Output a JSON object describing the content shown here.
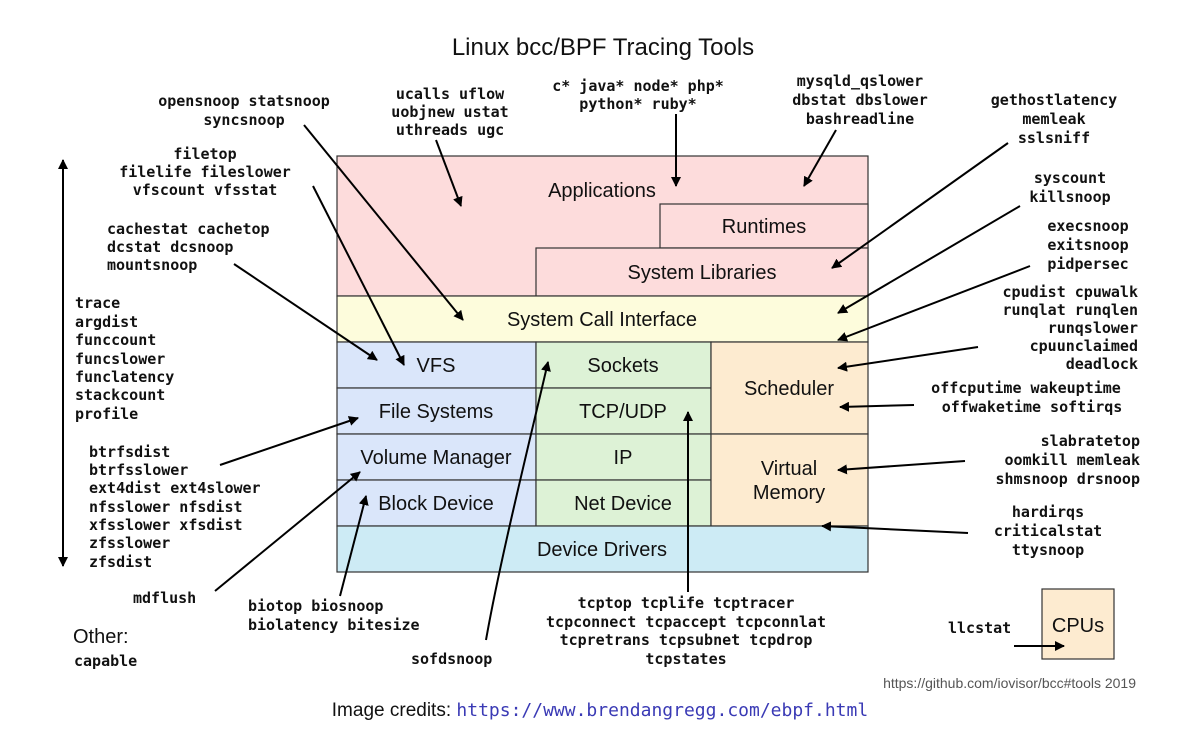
{
  "title": "Linux bcc/BPF Tracing Tools",
  "layers": {
    "applications": "Applications",
    "runtimes": "Runtimes",
    "system_libraries": "System Libraries",
    "syscall_interface": "System Call Interface",
    "vfs": "VFS",
    "sockets": "Sockets",
    "scheduler": "Scheduler",
    "file_systems": "File Systems",
    "tcp_udp": "TCP/UDP",
    "volume_manager": "Volume Manager",
    "ip": "IP",
    "virtual_memory": [
      "Virtual",
      "Memory"
    ],
    "block_device": "Block Device",
    "net_device": "Net Device",
    "device_drivers": "Device Drivers",
    "cpus": "CPUs"
  },
  "tool_groups": {
    "opensnoop": [
      "opensnoop statsnoop",
      "syncsnoop"
    ],
    "ucalls": [
      "ucalls uflow",
      "uobjnew ustat",
      "uthreads ugc"
    ],
    "runtimes": [
      "c* java* node* php*",
      "python* ruby*"
    ],
    "mysqld": [
      "mysqld_qslower",
      "dbstat dbslower",
      "bashreadline"
    ],
    "gethostlatency": [
      "gethostlatency",
      "memleak",
      "sslsniff"
    ],
    "filetop": [
      "filetop",
      "filelife fileslower",
      "vfscount vfsstat"
    ],
    "syscount": [
      "syscount",
      "killsnoop"
    ],
    "cachestat": [
      "cachestat cachetop",
      "dcstat dcsnoop",
      "mountsnoop"
    ],
    "execsnoop": [
      "execsnoop",
      "exitsnoop",
      "pidpersec"
    ],
    "trace": [
      "trace",
      "argdist",
      "funccount",
      "funcslower",
      "funclatency",
      "stackcount",
      "profile"
    ],
    "cpudist": [
      "cpudist cpuwalk",
      "runqlat runqlen",
      "runqslower",
      "cpuunclaimed",
      "deadlock"
    ],
    "offcputime": [
      "offcputime wakeuptime",
      "offwaketime softirqs"
    ],
    "btrfsdist": [
      "btrfsdist",
      "btrfsslower",
      "ext4dist ext4slower",
      "nfsslower nfsdist",
      "xfsslower xfsdist",
      "zfsslower",
      "zfsdist"
    ],
    "slabratetop": [
      "slabratetop",
      "oomkill memleak",
      "shmsnoop drsnoop"
    ],
    "hardirqs": [
      "hardirqs",
      "criticalstat",
      "ttysnoop"
    ],
    "mdflush": [
      "mdflush"
    ],
    "biotop": [
      "biotop biosnoop",
      "biolatency bitesize"
    ],
    "tcptop": [
      "tcptop tcplife tcptracer",
      "tcpconnect tcpaccept tcpconnlat",
      "tcpretrans tcpsubnet tcpdrop",
      "tcpstates"
    ],
    "sofdsnoop": [
      "sofdsnoop"
    ],
    "llcstat": [
      "llcstat"
    ],
    "other_heading": "Other:",
    "capable": [
      "capable"
    ]
  },
  "source_note": "https://github.com/iovisor/bcc#tools 2019",
  "credit": {
    "label": "Image credits:",
    "url": "https://www.brendangregg.com/ebpf.html"
  },
  "colors": {
    "applications": "#fddcdc",
    "syscall": "#fdfcdc",
    "vfs_block": "#dae6fa",
    "network": "#ddf2d6",
    "scheduler": "#fdebd0",
    "drivers": "#cdebf5"
  }
}
